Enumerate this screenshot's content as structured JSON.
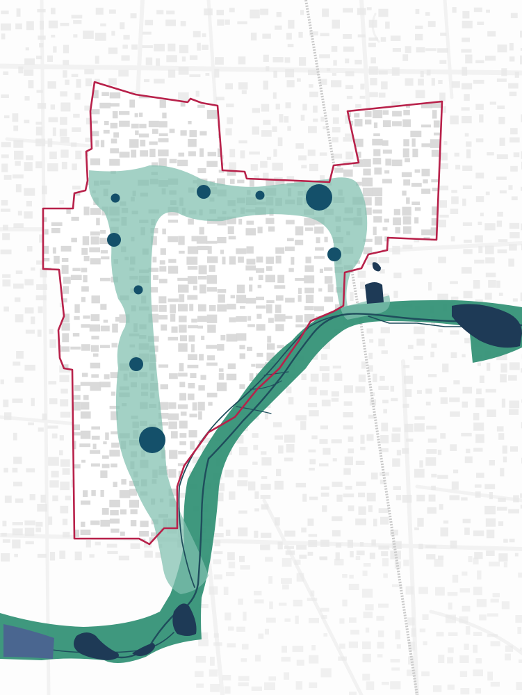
{
  "map": {
    "colors": {
      "background": "#fdfdfd",
      "street": "#f2f2f2",
      "building": "#e9e9e9",
      "building_inside": "#d8d8d8",
      "boundary": "#b8214a",
      "boundary_fill": "#ffffff",
      "green_corridor": "#7fbfaf",
      "river_corridor": "#2f8f73",
      "water_channel": "#1f4d5c",
      "pond": "#1e3a56",
      "pond_slate": "#4a6690",
      "node_marker": "#14506a",
      "railway": "#c9c9c9"
    },
    "layers": {
      "boundary": "study-area-boundary",
      "green_corridor": "green-corridor-loop",
      "river_corridor": "river-corridor",
      "railway": "railway-line",
      "nodes": "activity-nodes",
      "ponds": "ponds"
    },
    "nodes": [
      {
        "id": "node-1",
        "size": "small"
      },
      {
        "id": "node-2",
        "size": "medium"
      },
      {
        "id": "node-3",
        "size": "small"
      },
      {
        "id": "node-4",
        "size": "large"
      },
      {
        "id": "node-5",
        "size": "medium"
      },
      {
        "id": "node-6",
        "size": "medium"
      },
      {
        "id": "node-7",
        "size": "small"
      },
      {
        "id": "node-8",
        "size": "medium"
      },
      {
        "id": "node-9",
        "size": "large"
      }
    ]
  }
}
